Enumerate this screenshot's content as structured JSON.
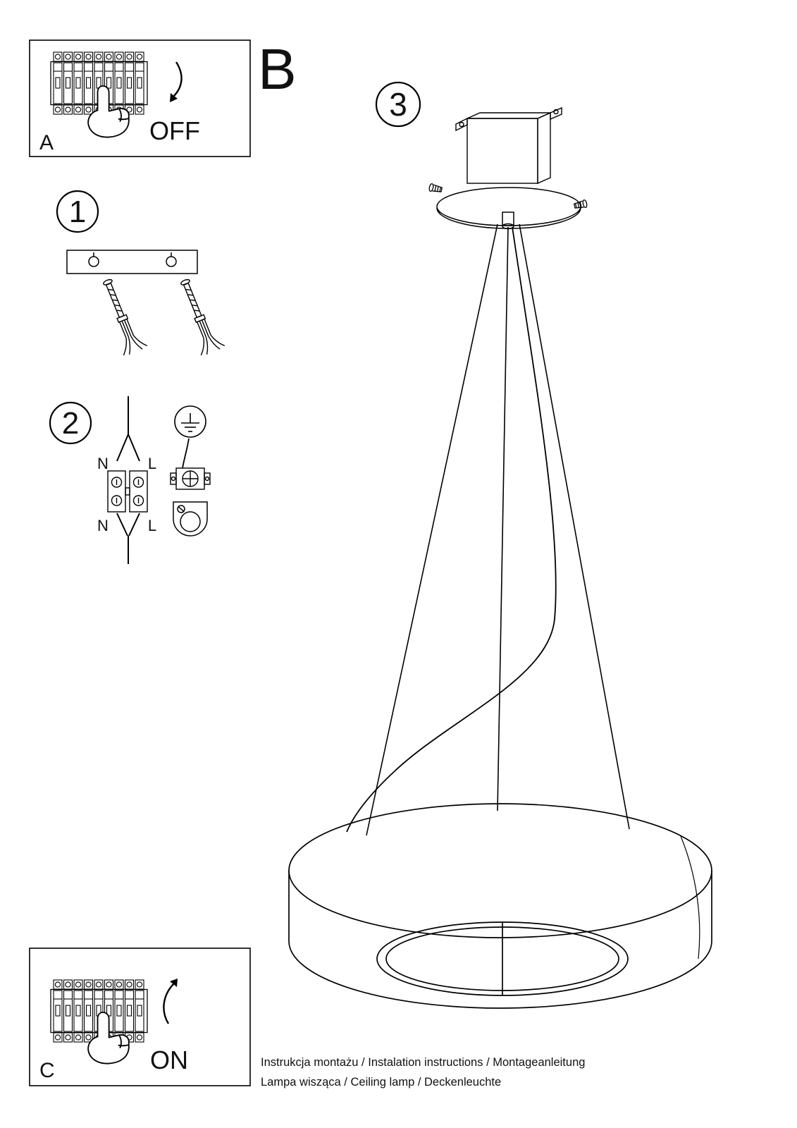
{
  "colors": {
    "ink": "#000000",
    "bg": "#ffffff"
  },
  "panels": {
    "a": {
      "label": "A",
      "action": "OFF"
    },
    "b": {
      "label": "B"
    },
    "c": {
      "label": "C",
      "action": "ON"
    }
  },
  "steps": {
    "step1": "1",
    "step2": "2",
    "step3": "3"
  },
  "wiring": {
    "top_left": "N",
    "top_right": "L",
    "bottom_left": "N",
    "bottom_right": "L"
  },
  "footer": {
    "line1": "Instrukcja montażu / Instalation instructions / Montageanleitung",
    "line2": "Lampa wisząca / Ceiling lamp / Deckenleuchte"
  }
}
